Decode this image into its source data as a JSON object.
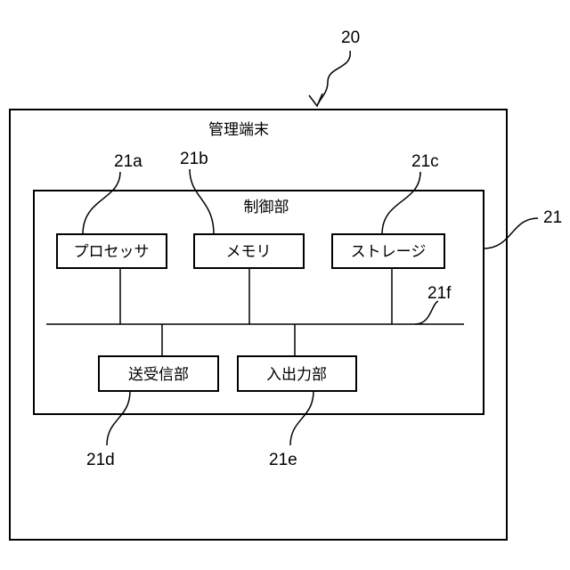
{
  "diagram": {
    "ref_device": "20",
    "terminal": {
      "title": "管理端末"
    },
    "control": {
      "title": "制御部",
      "ref": "21"
    },
    "blocks": {
      "processor": {
        "label": "プロセッサ",
        "ref": "21a"
      },
      "memory": {
        "label": "メモリ",
        "ref": "21b"
      },
      "storage": {
        "label": "ストレージ",
        "ref": "21c"
      },
      "transceiver": {
        "label": "送受信部",
        "ref": "21d"
      },
      "io": {
        "label": "入出力部",
        "ref": "21e"
      }
    },
    "bus": {
      "ref": "21f"
    }
  }
}
